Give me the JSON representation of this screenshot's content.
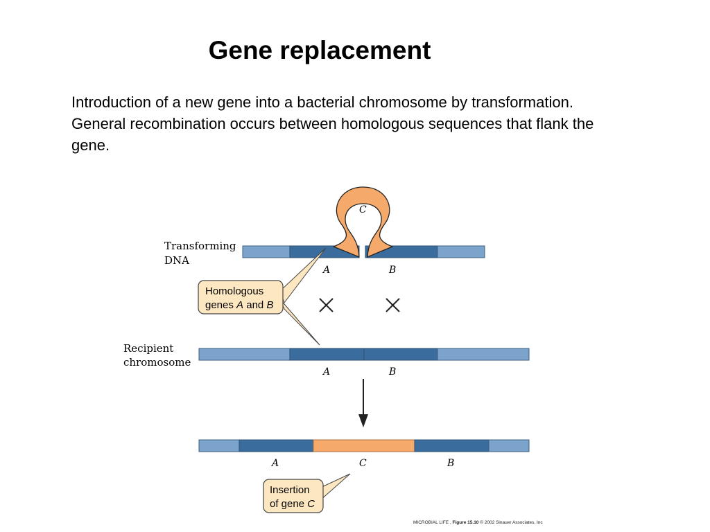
{
  "title": "Gene replacement",
  "body": "Introduction of a new gene into a bacterial chromosome by transformation. General recombination occurs between homologous sequences that flank the gene.",
  "diagram": {
    "labels": {
      "transforming_dna_line1": "Transforming",
      "transforming_dna_line2": "DNA",
      "recipient_line1": "Recipient",
      "recipient_line2": "chromosome"
    },
    "genes": {
      "loop_c": "C",
      "transforming_a": "A",
      "transforming_b": "B",
      "recipient_a": "A",
      "recipient_b": "B",
      "product_a": "A",
      "product_c": "C",
      "product_b": "B"
    },
    "callouts": {
      "homologous_line1": "Homologous",
      "homologous_line2_prefix": "genes ",
      "homologous_gene_a": "A",
      "homologous_and": " and ",
      "homologous_gene_b": "B",
      "insertion_line1": "Insertion",
      "insertion_line2_prefix": "of gene ",
      "insertion_gene_c": "C"
    },
    "colors": {
      "flank_light_blue": "#7ba3cb",
      "gene_dark_blue": "#3a6d9e",
      "inserted_orange": "#f5a96a",
      "callout_fill": "#fde7c0"
    }
  },
  "credit": {
    "book": "MICROBIAL LIFE",
    "figure": "Figure 15.10",
    "copyright": "© 2002 Sinauer Associates, Inc"
  }
}
